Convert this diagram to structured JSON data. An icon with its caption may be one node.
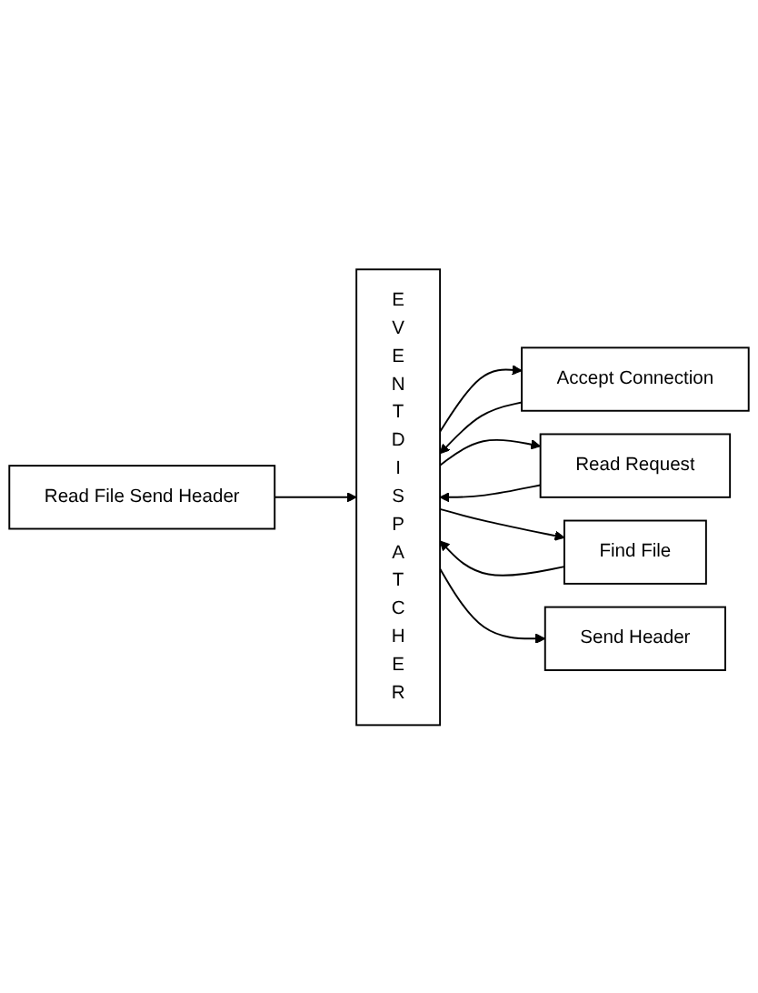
{
  "diagram": {
    "nodes": [
      {
        "text": [
          "E V E N T D I S P A T C H E R"
        ]
      },
      {
        "text": [
          "Accept Connection"
        ]
      },
      {
        "text": [
          "Read Request"
        ]
      },
      {
        "text": [
          "Find File"
        ]
      },
      {
        "text": [
          "Send Header"
        ]
      },
      {
        "text": [
          "Read File Send Header"
        ]
      }
    ],
    "edges": [
      {
        "from": 0,
        "to": 1,
        "arrow": "to"
      },
      {
        "from": 1,
        "to": 0,
        "arrow": "to"
      },
      {
        "from": 0,
        "to": 2,
        "arrow": "to"
      },
      {
        "from": 2,
        "to": 0,
        "arrow": "to"
      },
      {
        "from": 0,
        "to": 3,
        "arrow": "to"
      },
      {
        "from": 3,
        "to": 0,
        "arrow": "to"
      },
      {
        "from": 0,
        "to": 4,
        "arrow": "to"
      },
      {
        "from": 5,
        "to": 0,
        "arrow": "to"
      }
    ]
  }
}
